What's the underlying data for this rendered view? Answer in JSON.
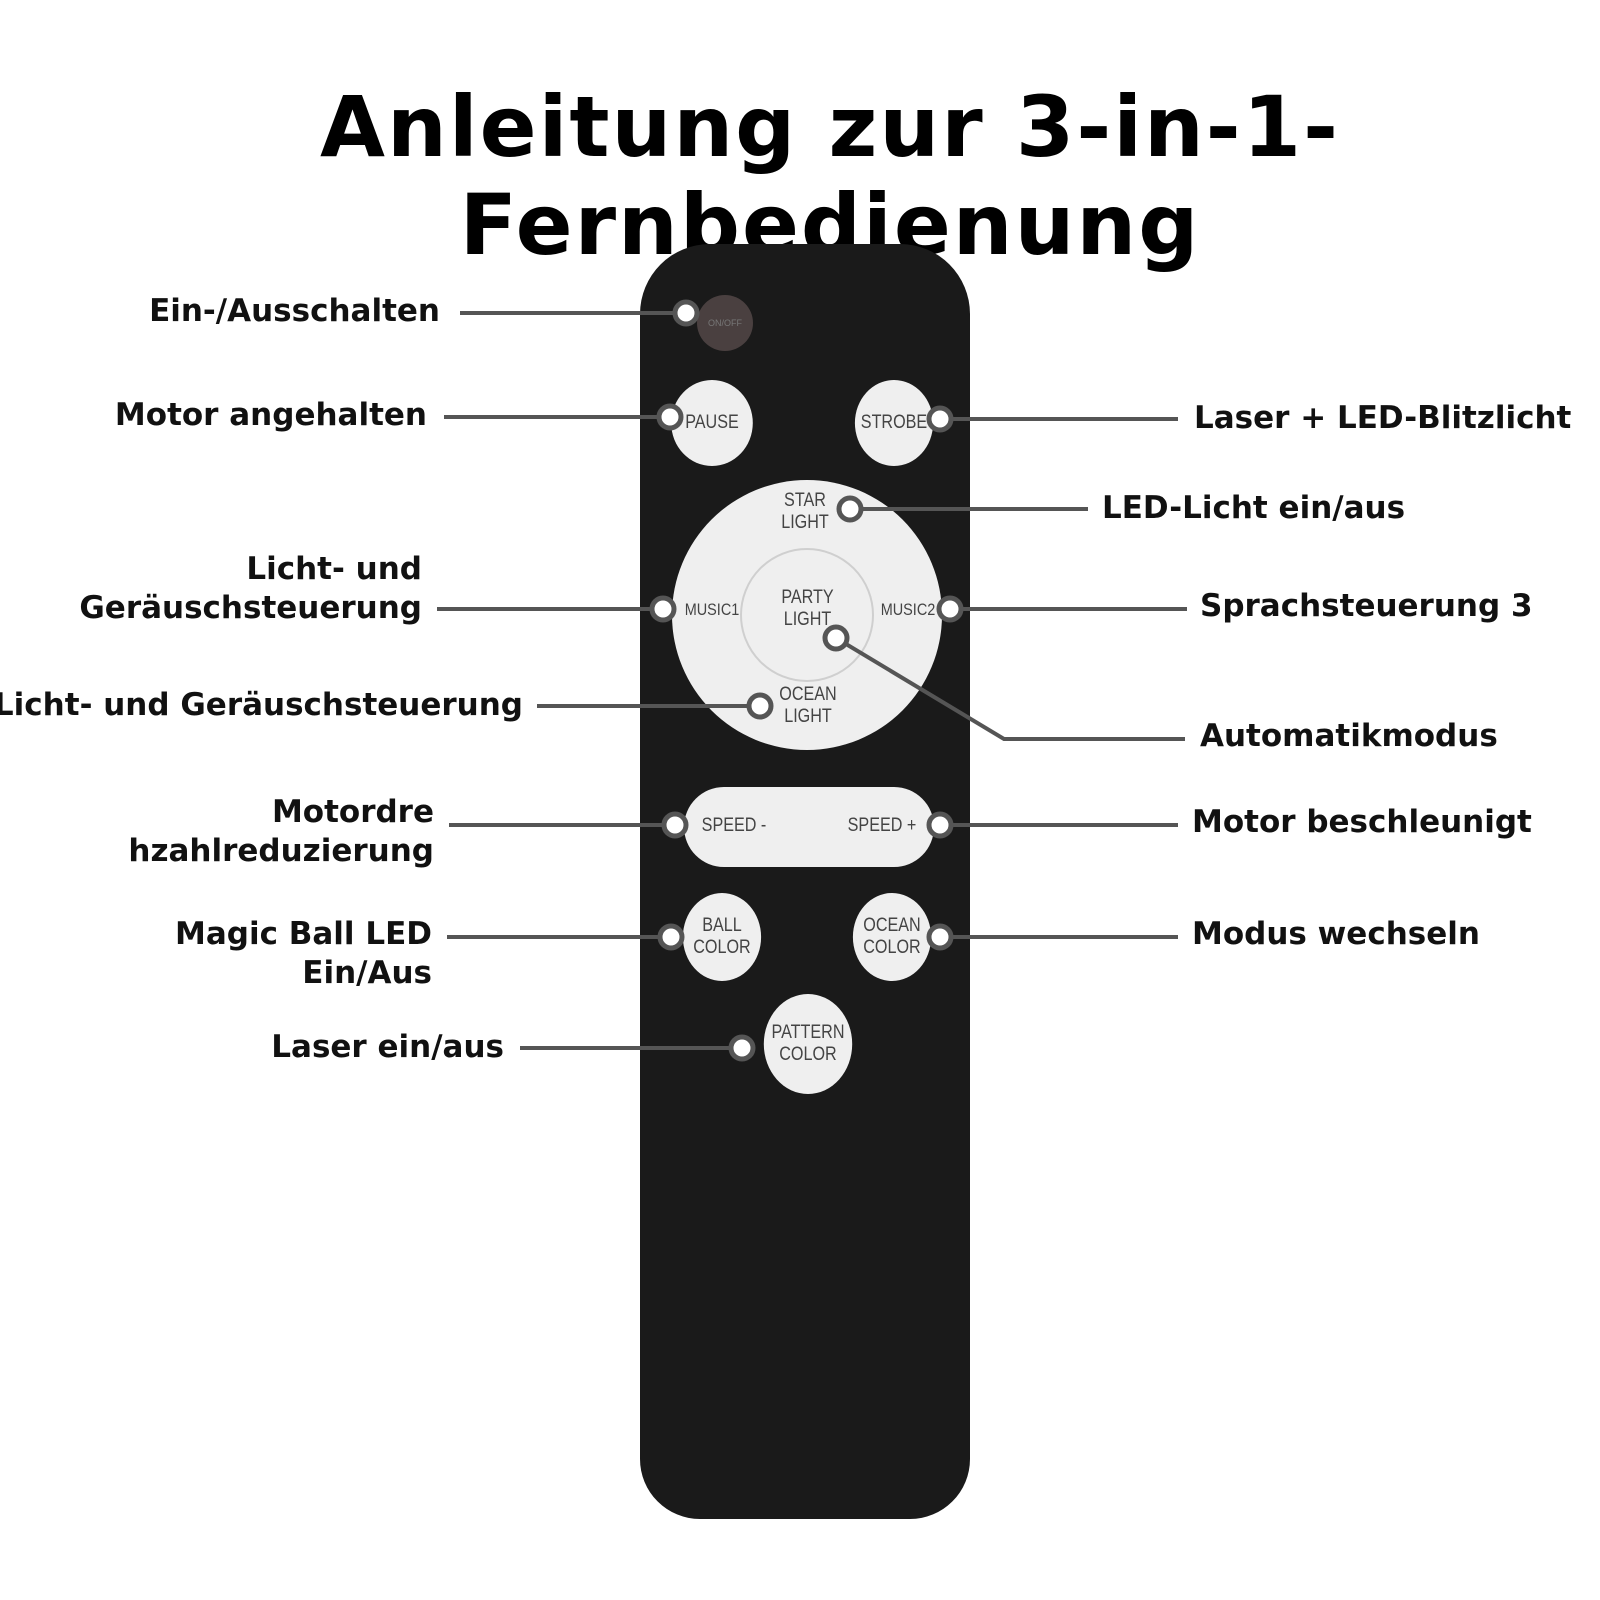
{
  "title": "Anleitung zur 3-in-1-Fernbedienung",
  "labels": {
    "power": "Ein-/Ausschalten",
    "pause": "Motor angehalten",
    "strobe": "Laser + LED-Blitzlicht",
    "star": "LED-Licht ein/aus",
    "music1_l1": "Licht- und",
    "music1_l2": "Geräuschsteuerung",
    "music2": "Sprachsteuerung 3",
    "ocean_light": "Licht- und Geräuschsteuerung",
    "party": "Automatikmodus",
    "speed_minus_l1": "Motordre",
    "speed_minus_l2": "hzahlreduzierung",
    "speed_plus": "Motor beschleunigt",
    "ball_l1": "Magic Ball LED",
    "ball_l2": "Ein/Aus",
    "ocean_color": "Modus wechseln",
    "pattern": "Laser ein/aus"
  },
  "buttons": {
    "power": "ON/OFF",
    "pause": "PAUSE",
    "strobe": "STROBE",
    "star_l1": "STAR",
    "star_l2": "LIGHT",
    "music1": "MUSIC1",
    "music2": "MUSIC2",
    "party_l1": "PARTY",
    "party_l2": "LIGHT",
    "ocean_l1": "OCEAN",
    "ocean_l2": "LIGHT",
    "speed_minus": "SPEED -",
    "speed_plus": "SPEED +",
    "ball_l1": "BALL",
    "ball_l2": "COLOR",
    "oceanc_l1": "OCEAN",
    "oceanc_l2": "COLOR",
    "pattern_l1": "PATTERN",
    "pattern_l2": "COLOR"
  },
  "colors": {
    "remote_body": "#1a1a1a",
    "button": "#efefef",
    "leader_line": "#555555"
  }
}
